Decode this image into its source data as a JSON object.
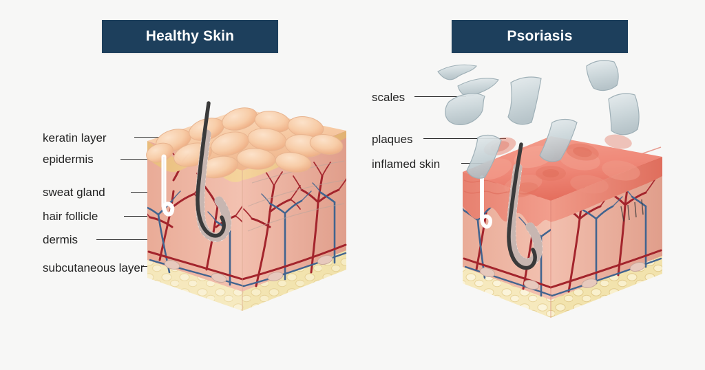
{
  "background_color": "#f7f7f6",
  "banners": [
    {
      "id": "healthy",
      "label": "Healthy Skin",
      "bg": "#1d3f5c",
      "text_color": "#ffffff"
    },
    {
      "id": "psoriasis",
      "label": "Psoriasis",
      "bg": "#1d3f5c",
      "text_color": "#ffffff"
    }
  ],
  "left_labels": [
    {
      "id": "keratin-layer",
      "text": "keratin layer"
    },
    {
      "id": "epidermis",
      "text": "epidermis"
    },
    {
      "id": "sweat-gland",
      "text": "sweat gland"
    },
    {
      "id": "hair-follicle",
      "text": "hair follicle"
    },
    {
      "id": "dermis",
      "text": "dermis"
    },
    {
      "id": "subcutaneous-layer",
      "text": "subcutaneous layer"
    }
  ],
  "right_labels": [
    {
      "id": "scales",
      "text": "scales"
    },
    {
      "id": "plaques",
      "text": "plaques"
    },
    {
      "id": "inflamed-skin",
      "text": "inflamed skin"
    }
  ],
  "colors": {
    "keratin_top_light": "#fadcc0",
    "keratin_top_mid": "#f6c6a0",
    "keratin_top_dark": "#eeb189",
    "epidermis_band": "#f3cf96",
    "epidermis_band_dk": "#e6ba76",
    "dermis_pink": "#f0b3a0",
    "dermis_pink_light": "#f5c6b5",
    "dermis_pink_dark": "#e3a08d",
    "subcutaneous": "#f6eac2",
    "subcutaneous_dark": "#efdda6",
    "artery_red": "#a3242c",
    "vein_blue": "#41648f",
    "follicle_dark": "#3a3a3a",
    "gland_white": "#ffffff",
    "inflamed_red": "#ef8a7c",
    "inflamed_red_dark": "#e2705f",
    "inflamed_red_deep": "#d85a4c",
    "scale_grey": "#c3ced3",
    "label_text": "#232323"
  }
}
